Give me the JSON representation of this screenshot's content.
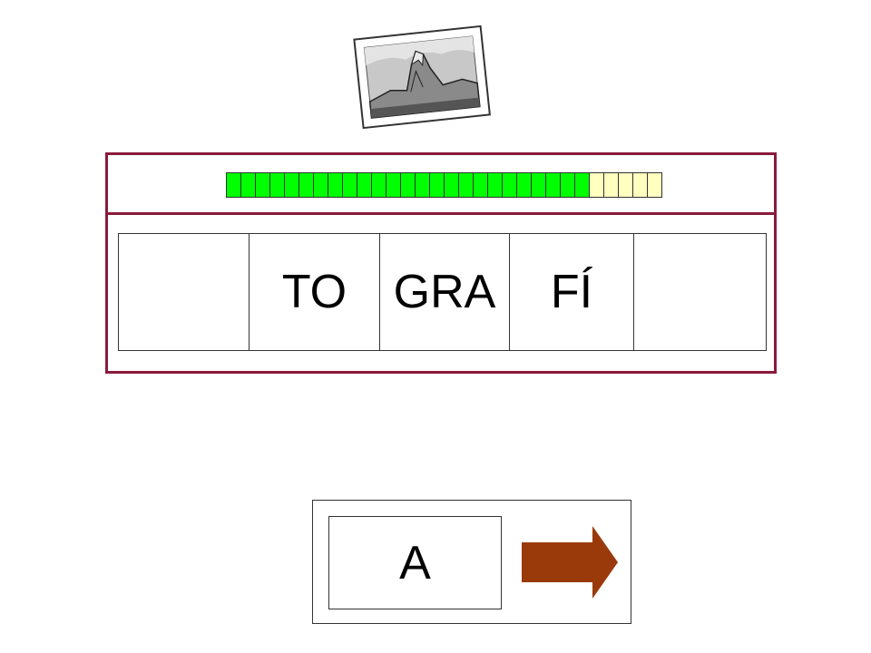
{
  "photo": {
    "icon": "mountain-photo-icon"
  },
  "progress": {
    "completed": 25,
    "total": 30,
    "done_color": "#00ff00",
    "todo_color": "#ffffc0"
  },
  "word_slots": [
    "",
    "TO",
    "GRA",
    "FÍ",
    ""
  ],
  "answer": {
    "option": "A",
    "next_icon": "arrow-right-icon",
    "arrow_color": "#9a3a0a"
  },
  "accent_color": "#8b1a3c"
}
